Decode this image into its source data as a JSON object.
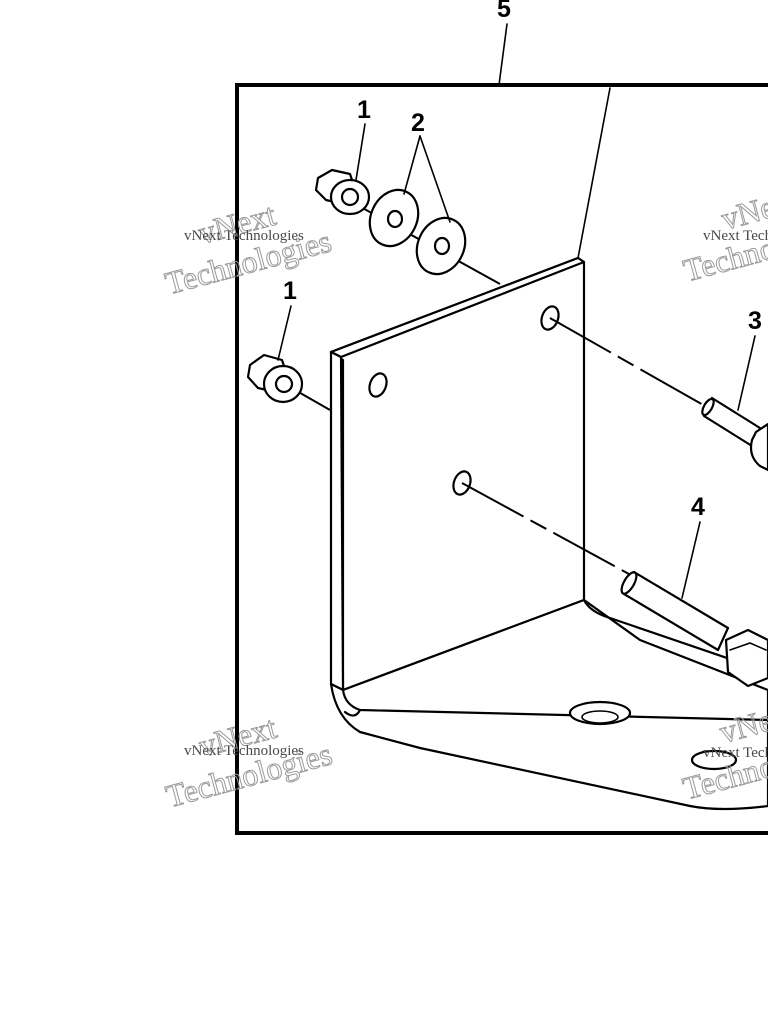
{
  "callouts": {
    "c1_top": "1",
    "c2": "2",
    "c1_left": "1",
    "c3": "3",
    "c4": "4",
    "c5": "5"
  },
  "watermark": {
    "line_small": "vNext Technologies",
    "line_big_1": "vNext",
    "line_big_2": "Technologies"
  }
}
